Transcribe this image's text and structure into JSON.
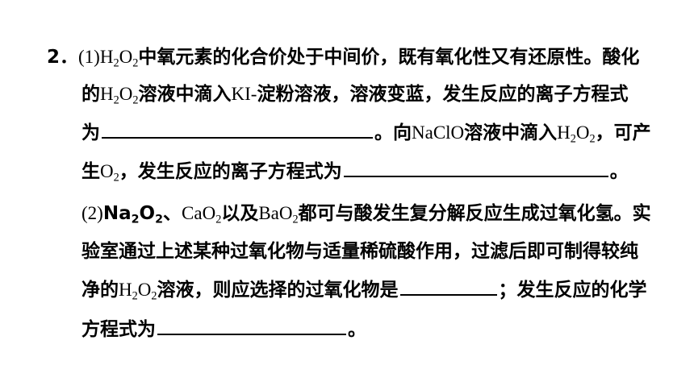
{
  "question": {
    "number": "2．",
    "part1": {
      "label": "(1)",
      "l1_a": "H",
      "l1_b": "O",
      "l1_c": "中氧元素的化合价处于中间价，既有氧化性又有还原性。酸化",
      "l2_a": "的",
      "l2_b": "H",
      "l2_c": "O",
      "l2_d": "溶液中滴入",
      "l2_e": "KI-",
      "l2_f": "淀粉溶液，溶液变蓝，发生反应的离子方程式",
      "l3_a": "为",
      "l3_b": "。向",
      "l3_c": "NaClO",
      "l3_d": "溶液中滴入",
      "l3_e": "H",
      "l3_f": "O",
      "l3_g": "，可产",
      "l4_a": "生",
      "l4_b": "O",
      "l4_c": "，发生反应的离子方程式为",
      "l4_d": "。"
    },
    "part2": {
      "label": "(2)",
      "l5_a": "Na",
      "l5_b": "O",
      "l5_c": "、",
      "l5_d": "CaO",
      "l5_e": "以及",
      "l5_f": "BaO",
      "l5_g": "都可与酸发生复分解反应生成过氧化氢。实",
      "l6": "验室通过上述某种过氧化物与适量稀硫酸作用，过滤后即可制得较纯",
      "l7_a": "净的",
      "l7_b": "H",
      "l7_c": "O",
      "l7_d": "溶液，则应选择的过氧化物是",
      "l7_e": "；发生反应的化学",
      "l8_a": "方程式为",
      "l8_b": "。"
    },
    "sub2": "2"
  }
}
